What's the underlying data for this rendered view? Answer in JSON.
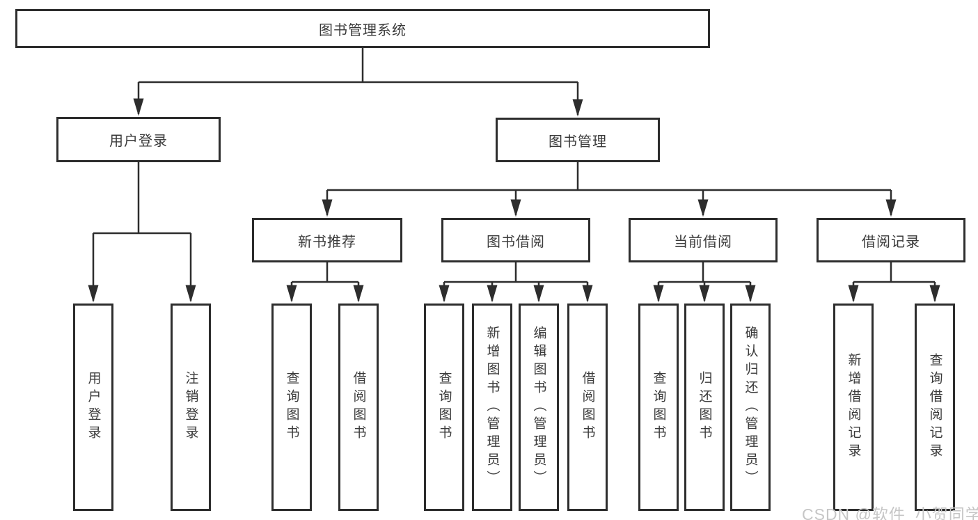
{
  "diagram": {
    "title": "图书管理系统",
    "tree": {
      "label": "图书管理系统",
      "children": [
        {
          "label": "用户登录",
          "children": [
            {
              "label": "用户登录"
            },
            {
              "label": "注销登录"
            }
          ]
        },
        {
          "label": "图书管理",
          "children": [
            {
              "label": "新书推荐",
              "children": [
                {
                  "label": "查询图书"
                },
                {
                  "label": "借阅图书"
                }
              ]
            },
            {
              "label": "图书借阅",
              "children": [
                {
                  "label": "查询图书"
                },
                {
                  "label": "新增图书（管理员）"
                },
                {
                  "label": "编辑图书（管理员）"
                },
                {
                  "label": "借阅图书"
                }
              ]
            },
            {
              "label": "当前借阅",
              "children": [
                {
                  "label": "查询图书"
                },
                {
                  "label": "归还图书"
                },
                {
                  "label": "确认归还（管理员）"
                }
              ]
            },
            {
              "label": "借阅记录",
              "children": [
                {
                  "label": "新增借阅记录"
                },
                {
                  "label": "查询借阅记录"
                }
              ]
            }
          ]
        }
      ]
    }
  },
  "watermark": {
    "text": "CSDN @软件_小贺同学"
  },
  "colors": {
    "line": "#2d2d2d",
    "box_border": "#2d2d2d",
    "text": "#3a3a3a",
    "background": "#ffffff",
    "watermark": "#c6c6c6"
  }
}
